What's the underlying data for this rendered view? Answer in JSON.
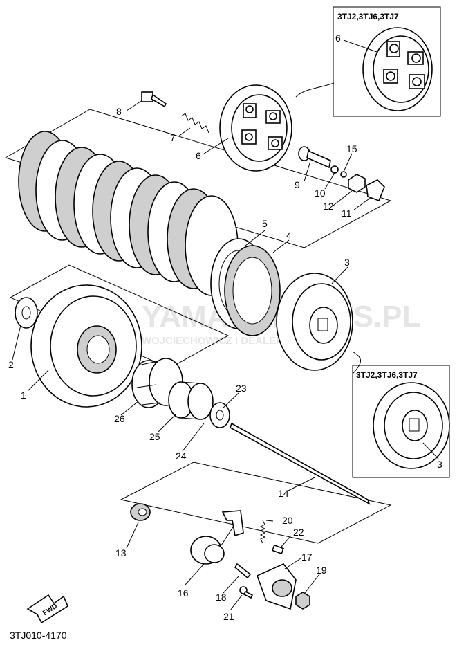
{
  "diagram_code": "3TJ010-4170",
  "fwd_label": "FWD",
  "variant_label": "3TJ2,3TJ6,3TJ7",
  "watermark": {
    "text": "YAMAHAPARTS.PL",
    "subtext": "WOJCIECHOWICZ I DEALER YAMAHA",
    "color": "#d8d8d8"
  },
  "callouts": {
    "c1": "1",
    "c2": "2",
    "c3": "3",
    "c3b": "3",
    "c4": "4",
    "c5": "5",
    "c6": "6",
    "c6b": "6",
    "c7": "7",
    "c8": "8",
    "c9": "9",
    "c10": "10",
    "c11": "11",
    "c12": "12",
    "c13": "13",
    "c14": "14",
    "c15": "15",
    "c16": "16",
    "c17": "17",
    "c18": "18",
    "c19": "19",
    "c20": "20",
    "c21": "21",
    "c22": "22",
    "c23": "23",
    "c24": "24",
    "c25": "25",
    "c26": "26"
  }
}
